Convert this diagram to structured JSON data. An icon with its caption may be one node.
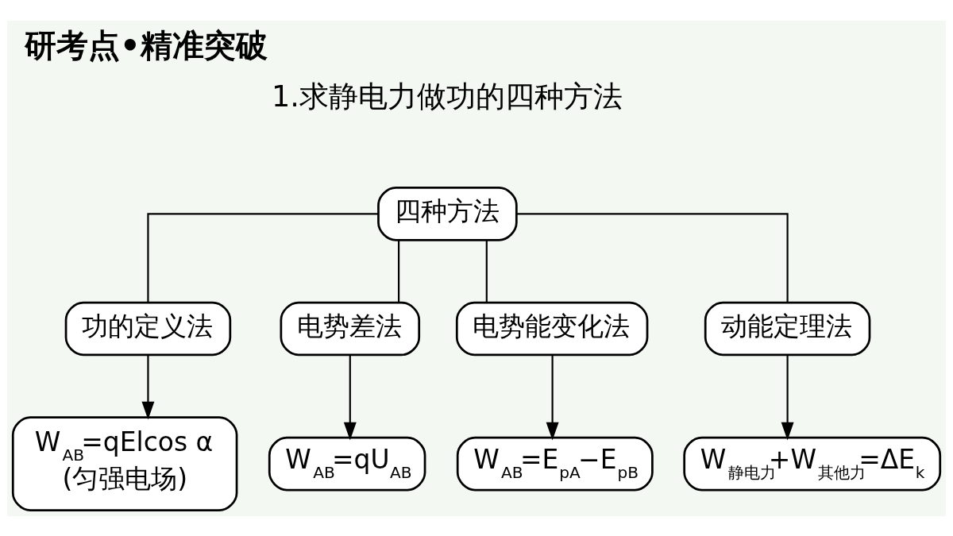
{
  "diagram": {
    "title": "研考点•精准突破",
    "nodes": [
      {
        "text": [
          "四种方法"
        ]
      },
      {
        "text": [
          "功的定义法"
        ]
      },
      {
        "text": [
          "W$_{AB}$=qElcos α",
          "(匀强电场)"
        ]
      },
      {
        "text": [
          "电势差法"
        ]
      },
      {
        "text": [
          "W$_{AB}$=qU$_{AB}$"
        ]
      },
      {
        "text": [
          "电势能变化法"
        ]
      },
      {
        "text": [
          "W$_{AB}$=E$_{pA}$−E$_{pB}$"
        ]
      },
      {
        "text": [
          "动能定理法"
        ]
      },
      {
        "text": [
          "W$_{静电力}$+W$_{其他力}$=ΔE$_{k}$"
        ]
      }
    ],
    "edges": [
      {
        "from": 0,
        "to": 1,
        "arrow": "none"
      },
      {
        "from": 0,
        "to": 3,
        "arrow": "none"
      },
      {
        "from": 0,
        "to": 5,
        "arrow": "none"
      },
      {
        "from": 0,
        "to": 7,
        "arrow": "none"
      },
      {
        "from": 1,
        "to": 2,
        "arrow": "to"
      },
      {
        "from": 3,
        "to": 4,
        "arrow": "to"
      },
      {
        "from": 5,
        "to": 6,
        "arrow": "to"
      },
      {
        "from": 7,
        "to": 8,
        "arrow": "to"
      }
    ],
    "labels": [
      "1.求静电力做功的四种方法"
    ]
  }
}
